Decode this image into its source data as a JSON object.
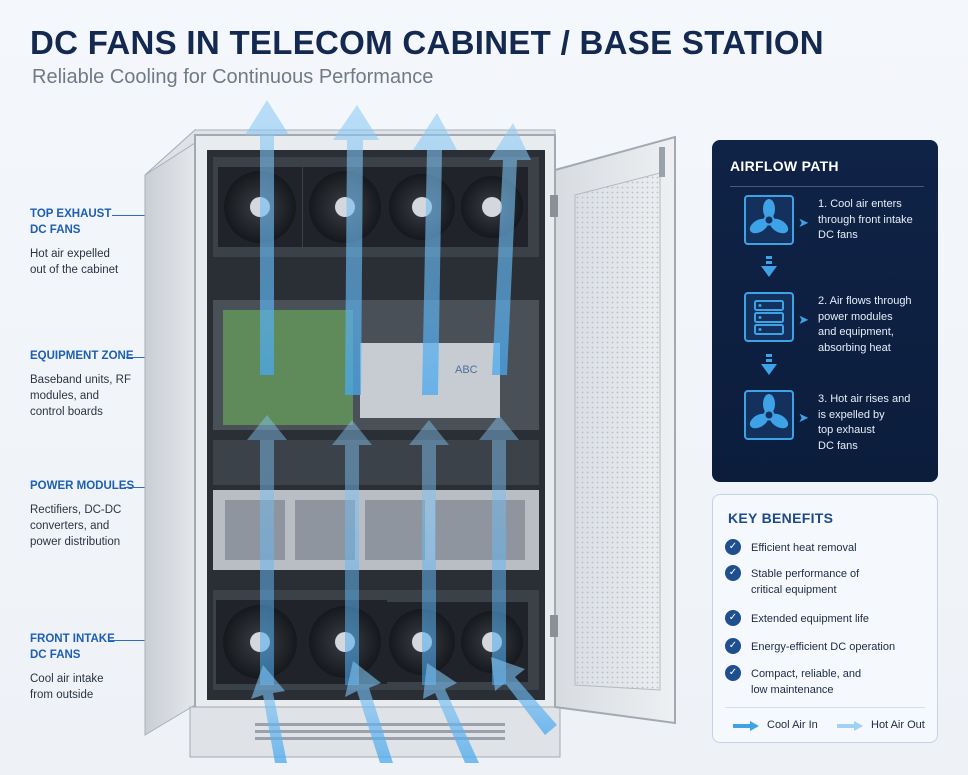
{
  "header": {
    "title": "DC FANS IN TELECOM CABINET / BASE STATION",
    "subtitle": "Reliable Cooling for Continuous Performance"
  },
  "callouts": [
    {
      "head_line1": "TOP EXHAUST",
      "head_line2": "DC FANS",
      "desc_line1": "Hot air expelled",
      "desc_line2": "out of the cabinet",
      "desc_line3": ""
    },
    {
      "head_line1": "EQUIPMENT ZONE",
      "head_line2": "",
      "desc_line1": "Baseband units, RF",
      "desc_line2": "modules, and",
      "desc_line3": "control boards"
    },
    {
      "head_line1": "POWER MODULES",
      "head_line2": "",
      "desc_line1": "Rectifiers, DC-DC",
      "desc_line2": "converters, and",
      "desc_line3": "power distribution"
    },
    {
      "head_line1": "FRONT INTAKE",
      "head_line2": "DC FANS",
      "desc_line1": "Cool air intake",
      "desc_line2": "from outside",
      "desc_line3": ""
    }
  ],
  "cabinet": {
    "module_label": "ABC"
  },
  "airflow": {
    "title": "AIRFLOW PATH",
    "steps": [
      {
        "l1": "1. Cool air enters",
        "l2": "through front intake",
        "l3": "DC fans",
        "l4": "",
        "icon": "fan-icon"
      },
      {
        "l1": "2. Air flows through",
        "l2": "power modules",
        "l3": "and equipment,",
        "l4": "absorbing heat",
        "icon": "server-rack-icon"
      },
      {
        "l1": "3. Hot air rises and",
        "l2": "is expelled by",
        "l3": "top exhaust",
        "l4": "DC fans",
        "icon": "fan-icon"
      }
    ]
  },
  "benefits": {
    "title": "KEY BENEFITS",
    "items": [
      {
        "l1": "Efficient heat removal",
        "l2": ""
      },
      {
        "l1": "Stable performance of",
        "l2": "critical equipment"
      },
      {
        "l1": "Extended equipment life",
        "l2": ""
      },
      {
        "l1": "Energy-efficient DC operation",
        "l2": ""
      },
      {
        "l1": "Compact, reliable, and",
        "l2": "low maintenance"
      }
    ],
    "legend": {
      "cool": "Cool Air In",
      "hot": "Hot Air Out"
    }
  },
  "colors": {
    "title": "#13294f",
    "accent": "#1d5fb3",
    "panel_dark": "#0f2347",
    "airflow_blue": "#4aa8ee",
    "check": "#1f4f8f"
  }
}
